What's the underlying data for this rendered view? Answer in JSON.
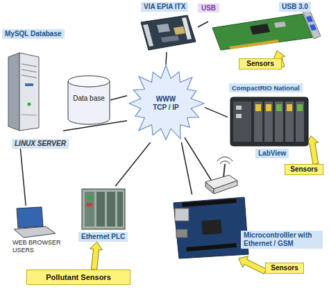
{
  "diagram": {
    "nodes": [
      {
        "text": [
          "WWW TCP / IP"
        ]
      },
      {
        "text": [
          "VIA EPIA ITX"
        ]
      },
      {
        "text": [
          "USB 3.0"
        ]
      },
      {
        "text": [
          "Sensors"
        ]
      },
      {
        "text": [
          "MySQL Database",
          "LINUX SERVER"
        ]
      },
      {
        "text": [
          "Data base"
        ]
      },
      {
        "text": [
          "CompactRIO National",
          "LabView"
        ]
      },
      {
        "text": [
          "Sensors"
        ]
      },
      {
        "text": [
          "Ethernet PLC"
        ]
      },
      {
        "text": [
          "Pollutant Sensors"
        ]
      },
      {
        "text": [
          "Microcontrolller with Ethernet / GSM"
        ]
      },
      {
        "text": [
          "Sensors"
        ]
      },
      {
        "text": [
          "WEB BROWSER USERS"
        ]
      }
    ],
    "edges": [
      {
        "from": 1,
        "to": 0,
        "arrow": "none"
      },
      {
        "from": 1,
        "to": 2,
        "label": "USB",
        "arrow": "none"
      },
      {
        "from": 3,
        "to": 2,
        "arrow": "to"
      },
      {
        "from": 4,
        "to": 0,
        "arrow": "none"
      },
      {
        "from": 5,
        "to": 0,
        "arrow": "none"
      },
      {
        "from": 6,
        "to": 0,
        "arrow": "none"
      },
      {
        "from": 7,
        "to": 6,
        "arrow": "to"
      },
      {
        "from": 8,
        "to": 0,
        "arrow": "none"
      },
      {
        "from": 9,
        "to": 8,
        "arrow": "to"
      },
      {
        "from": 10,
        "to": 0,
        "arrow": "none"
      },
      {
        "from": 11,
        "to": 10,
        "arrow": "to"
      },
      {
        "from": 12,
        "to": 4,
        "arrow": "none"
      }
    ]
  }
}
